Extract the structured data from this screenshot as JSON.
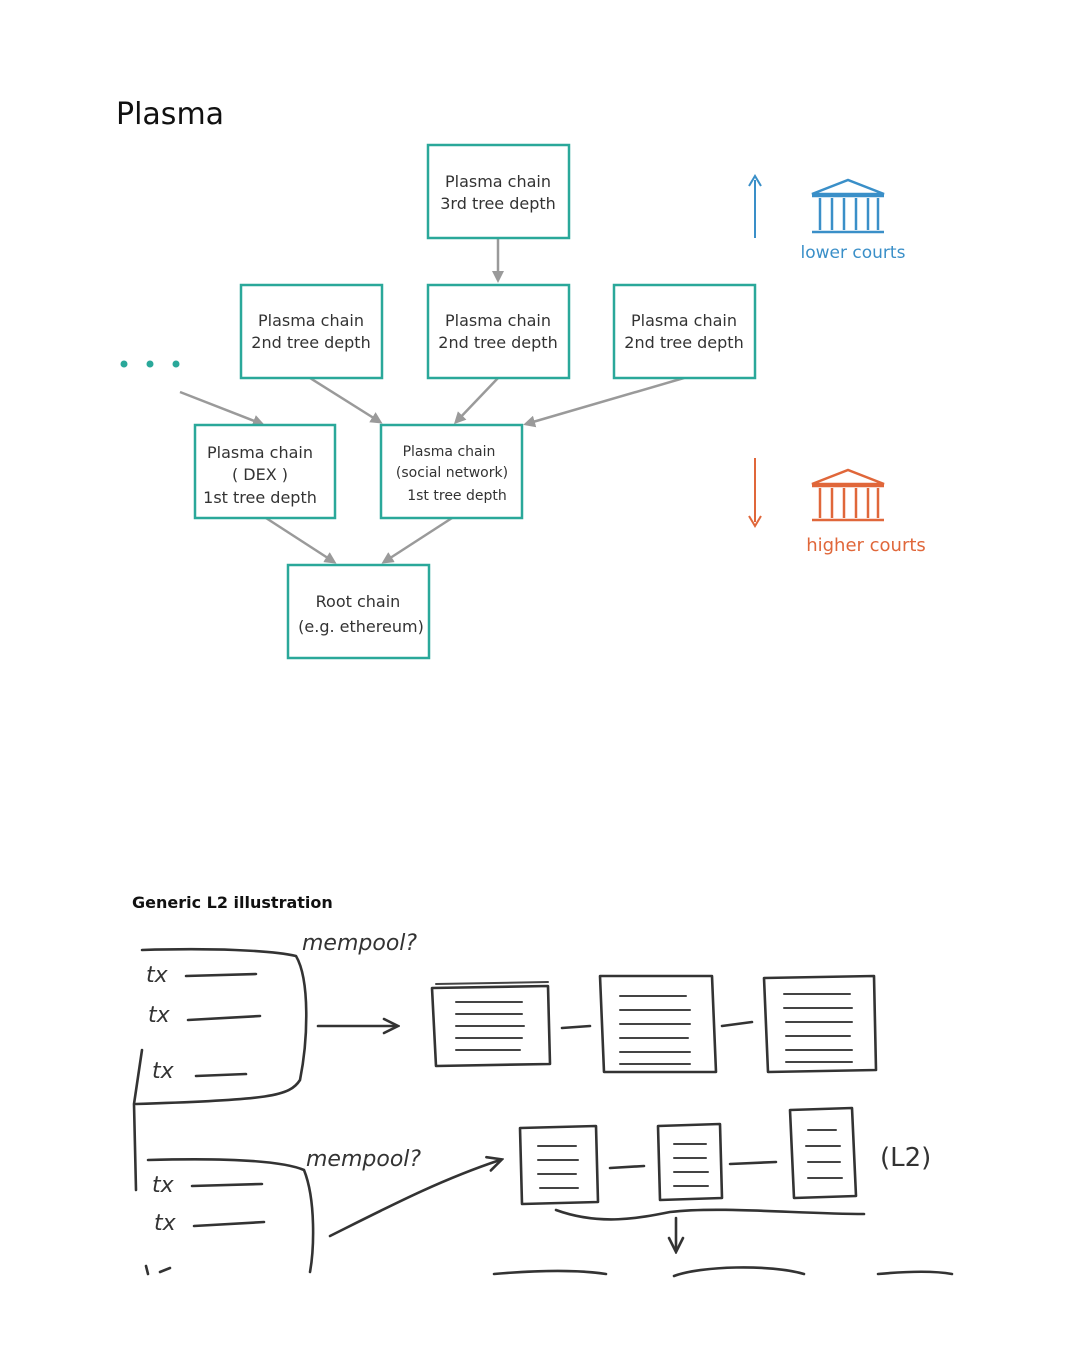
{
  "plasma": {
    "title": "Plasma",
    "nodes": {
      "third": [
        "Plasma chain",
        "3rd tree depth"
      ],
      "second_left": [
        "Plasma chain",
        "2nd tree depth"
      ],
      "second_mid": [
        "Plasma chain",
        "2nd tree depth"
      ],
      "second_right": [
        "Plasma chain",
        "2nd tree depth"
      ],
      "dex": [
        "Plasma chain",
        "( DEX )",
        "1st tree depth"
      ],
      "social": [
        "Plasma chain",
        "(social network)",
        "1st tree depth"
      ],
      "root": [
        "Root chain",
        "(e.g. ethereum)"
      ]
    },
    "ellipsis": "· · ·",
    "legend": {
      "lower": "lower courts",
      "higher": "higher courts",
      "lower_color": "#3a8fc8",
      "higher_color": "#e0673a",
      "icon": "courthouse-icon"
    },
    "box_color": "#2aa89a",
    "edge_color": "#9a9a9a"
  },
  "l2": {
    "title": "Generic L2 illustration",
    "mempool_top": "mempool?",
    "mempool_bottom": "mempool?",
    "tx_label": "tx",
    "l2_label": "(L2)"
  }
}
